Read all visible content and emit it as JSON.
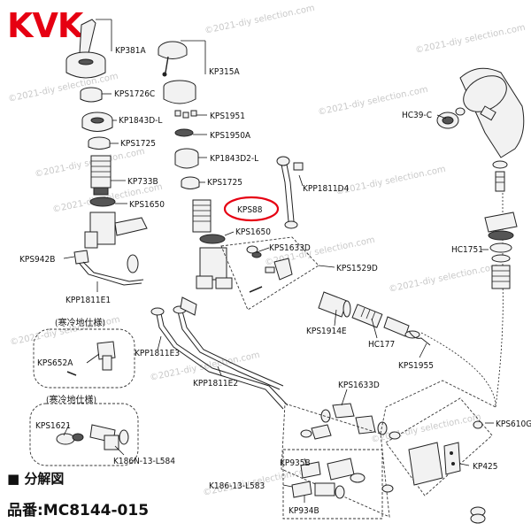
{
  "brand": {
    "logo_text": "KVK",
    "color": "#e60012"
  },
  "watermark": "©2021-diy selection.com",
  "section_title": "■ 分解図",
  "model_number": "品番:MC8144-015",
  "callouts": {
    "kp381a": "KP381A",
    "kp315a": "KP315A",
    "kps1726c": "KPS1726C",
    "kp1843d_l": "KP1843D-L",
    "kps1951": "KPS1951",
    "kps1950a": "KPS1950A",
    "kps1725_left": "KPS1725",
    "kp1843d2_l": "KP1843D2-L",
    "kp733b": "KP733B",
    "kps1725_mid": "KPS1725",
    "kpp1811d4": "KPP1811D4",
    "kps1650_left": "KPS1650",
    "kps88": "KPS88",
    "kps1650_mid": "KPS1650",
    "kps1633d_top": "KPS1633D",
    "kps942b": "KPS942B",
    "kps1529d": "KPS1529D",
    "kpp1811e1": "KPP1811E1",
    "kps1914e": "KPS1914E",
    "hc177": "HC177",
    "kps1955": "KPS1955",
    "hc39_c": "HC39-C",
    "hc1751": "HC1751",
    "cold_area_1": "(寒冷地仕様)",
    "kps652a": "KPS652A",
    "kpp1811e3": "KPP1811E3",
    "kpp1811e2": "KPP1811E2",
    "kps1633d_bottom": "KPS1633D",
    "cold_area_2": "(寒冷地仕様)",
    "kps1621": "KPS1621",
    "k186n_13_l584": "K186N-13-L584",
    "kps610g": "KPS610G",
    "kp935b": "KP935B",
    "kp425": "KP425",
    "k186_13_l583": "K186-13-L583",
    "kp934b": "KP934B"
  },
  "highlighted_part": "KPS88",
  "highlight_color": "#e60012"
}
